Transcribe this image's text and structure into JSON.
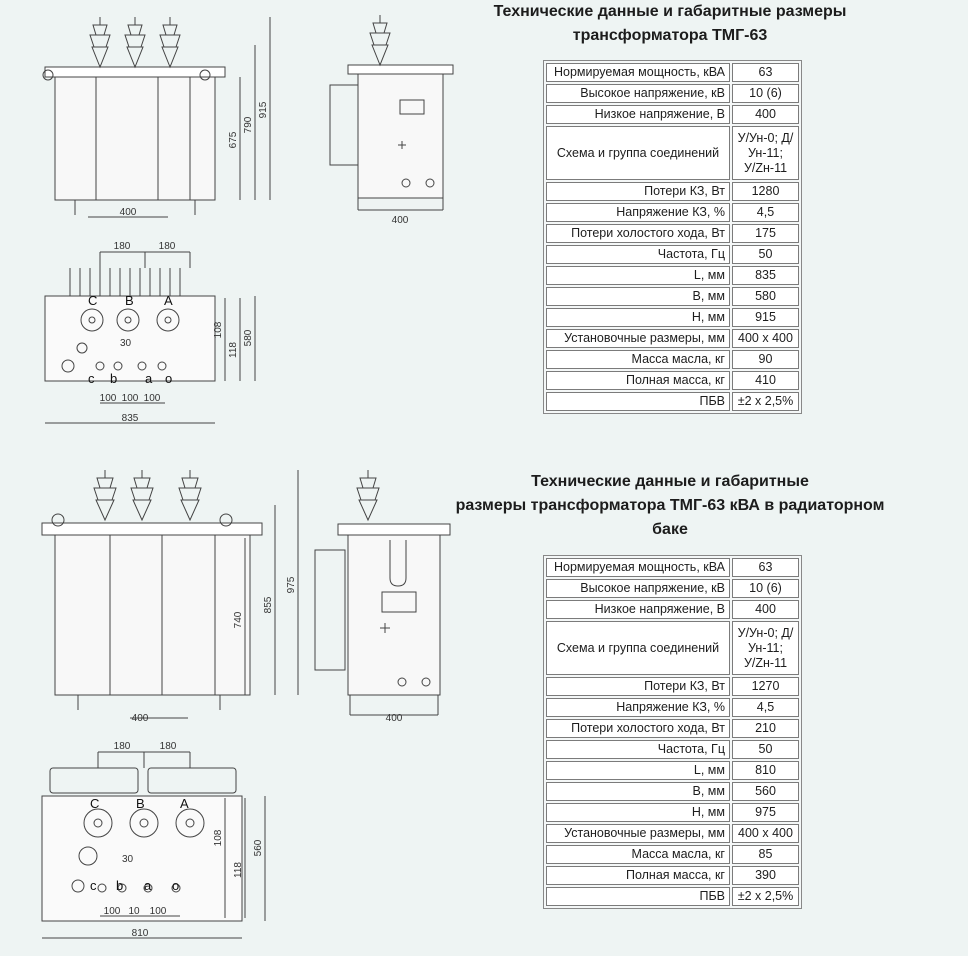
{
  "section1": {
    "title_line1": "Технические данные и габаритные размеры",
    "title_line2": "трансформатора ТМГ-63",
    "rows": [
      {
        "k": "Нормируемая мощность, кВА",
        "v": "63"
      },
      {
        "k": "Высокое напряжение, кВ",
        "v": "10 (6)"
      },
      {
        "k": "Низкое напряжение, В",
        "v": "400"
      },
      {
        "k": "Схема и группа соединений",
        "v": "У/Ун-0; Д/Ун-11; У/Zн-11"
      },
      {
        "k": "Потери КЗ, Вт",
        "v": "1280"
      },
      {
        "k": "Напряжение КЗ, %",
        "v": "4,5"
      },
      {
        "k": "Потери холостого хода, Вт",
        "v": "175"
      },
      {
        "k": "Частота, Гц",
        "v": "50"
      },
      {
        "k": "L, мм",
        "v": "835"
      },
      {
        "k": "B, мм",
        "v": "580"
      },
      {
        "k": "H, мм",
        "v": "915"
      },
      {
        "k": "Установочные размеры, мм",
        "v": "400 x 400"
      },
      {
        "k": "Масса масла, кг",
        "v": "90"
      },
      {
        "k": "Полная масса, кг",
        "v": "410"
      },
      {
        "k": "ПБВ",
        "v": "±2 x 2,5%"
      }
    ],
    "front_dims": {
      "w": "400",
      "h1": "675",
      "h2": "790",
      "h3": "915"
    },
    "side_dims": {
      "w": "400"
    },
    "top_dims": {
      "a": "180",
      "b": "180",
      "p1": "108",
      "p2": "118",
      "b_total": "580",
      "c30": "30",
      "s1": "100",
      "s2": "100",
      "s3": "100",
      "L": "835"
    },
    "phases": {
      "C": "C",
      "B": "B",
      "A": "A",
      "c": "c",
      "b": "b",
      "a": "a",
      "o": "o"
    }
  },
  "section2": {
    "title_line1": "Технические данные и габаритные",
    "title_line2": "размеры трансформатора ТМГ-63 кВА в радиаторном",
    "title_line3": "баке",
    "rows": [
      {
        "k": "Нормируемая мощность, кВА",
        "v": "63"
      },
      {
        "k": "Высокое напряжение, кВ",
        "v": "10 (6)"
      },
      {
        "k": "Низкое напряжение, В",
        "v": "400"
      },
      {
        "k": "Схема и группа соединений",
        "v": "У/Ун-0; Д/Ун-11; У/Zн-11"
      },
      {
        "k": "Потери КЗ, Вт",
        "v": "1270"
      },
      {
        "k": "Напряжение КЗ, %",
        "v": "4,5"
      },
      {
        "k": "Потери холостого хода, Вт",
        "v": "210"
      },
      {
        "k": "Частота, Гц",
        "v": "50"
      },
      {
        "k": "L, мм",
        "v": "810"
      },
      {
        "k": "B, мм",
        "v": "560"
      },
      {
        "k": "H, мм",
        "v": "975"
      },
      {
        "k": "Установочные размеры, мм",
        "v": "400 x 400"
      },
      {
        "k": "Масса масла, кг",
        "v": "85"
      },
      {
        "k": "Полная масса, кг",
        "v": "390"
      },
      {
        "k": "ПБВ",
        "v": "±2 x 2,5%"
      }
    ],
    "front_dims": {
      "w": "400",
      "h1": "740",
      "h2": "855",
      "h3": "975"
    },
    "side_dims": {
      "w": "400"
    },
    "top_dims": {
      "a": "180",
      "b": "180",
      "p1": "108",
      "p2": "118",
      "b_total": "560",
      "c30": "30",
      "s1": "100",
      "s2": "10",
      "s3": "100",
      "L": "810"
    },
    "phases": {
      "C": "C",
      "B": "B",
      "A": "A",
      "c": "c",
      "b": "b",
      "a": "a",
      "o": "o"
    }
  }
}
